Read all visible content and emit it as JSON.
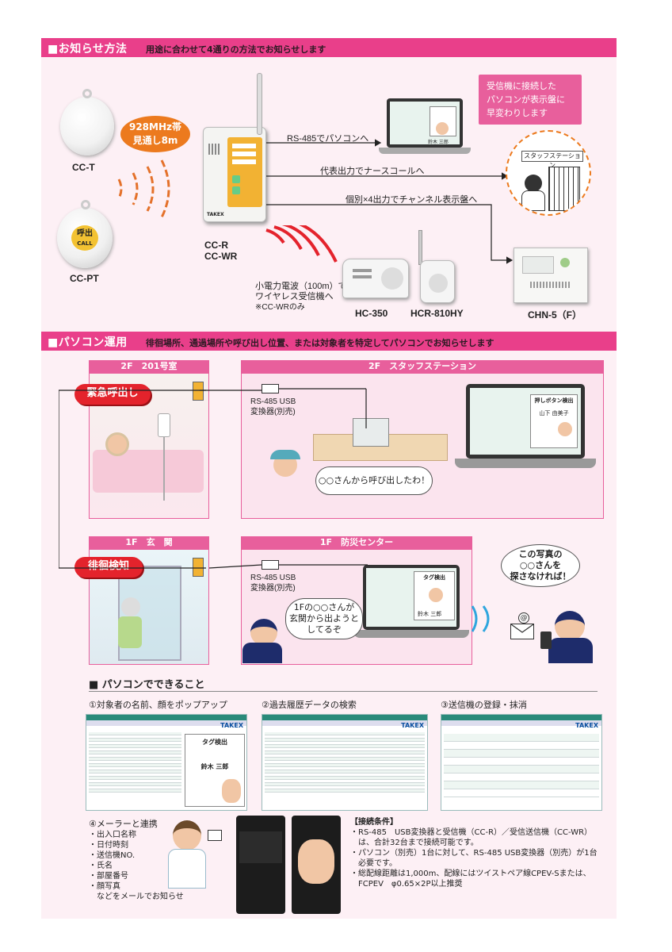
{
  "section1": {
    "title": "■お知らせ方法",
    "subtitle": "用途に合わせて4通りの方法でお知らせします",
    "cc_t_label": "CC-T",
    "cc_pt_label": "CC-PT",
    "cc_pt_button_top": "呼出",
    "cc_pt_button_bottom": "CALL",
    "freq_line1": "928MHz帯",
    "freq_line2": "見通し8m",
    "receiver_label_1": "CC-R",
    "receiver_label_2": "CC-WR",
    "receiver_brand": "TAKEX",
    "route1": "RS-485でパソコンへ",
    "route2": "代表出力でナースコールへ",
    "route3": "個別×4出力でチャンネル表示盤へ",
    "callout_line1": "受信機に接続した",
    "callout_line2": "パソコンが表示盤に",
    "callout_line3": "早変わりします",
    "station_sign": "スタッフステーション",
    "wireless_line1": "小電力電波（100m）で",
    "wireless_line2": "ワイヤレス受信機へ",
    "wireless_note": "※CC-WRのみ",
    "hc350_label": "HC-350",
    "hcr_label": "HCR-810HY",
    "chn5_label": "CHN-5（F）",
    "laptop_popup": "鈴木 三郎"
  },
  "section2": {
    "title": "■パソコン運用",
    "subtitle": "徘徊場所、通過場所や呼び出し位置、または対象者を特定してパソコンでお知らせします",
    "room_201": "2F　201号室",
    "staff_station": "2F　スタッフステーション",
    "entrance": "1F　玄　関",
    "disaster_center": "1F　防災センター",
    "badge_emergency": "緊急呼出し",
    "badge_wander": "徘徊検知",
    "converter_1_line1": "RS-485 USB",
    "converter_1_line2": "変換器(別売)",
    "converter_2_line1": "RS-485 USB",
    "converter_2_line2": "変換器(別売)",
    "nurse_speech": "○○さんから呼び出したわ！",
    "guard_speech_line1": "1Fの○○さんが",
    "guard_speech_line2": "玄関から出ようと",
    "guard_speech_line3": "してるぞ",
    "search_speech_line1": "この写真の",
    "search_speech_line2": "○○さんを",
    "search_speech_line3": "探さなければ！",
    "popup_title_1": "押しボタン検出",
    "popup_name_1": "山下 由美子",
    "popup_title_2": "タグ検出",
    "popup_name_2": "鈴木 三郎"
  },
  "section3": {
    "heading": "■ パソコンでできること",
    "feature1": "①対象者の名前、顔をポップアップ",
    "feature2": "②過去履歴データの検索",
    "feature3": "③送信機の登録・抹消",
    "screen_brand": "TAKEX",
    "screen1_popup_title": "タグ検出",
    "screen1_popup_name": "鈴木 三郎",
    "mailer_title": "④メーラーと連携",
    "mailer_items": [
      "・出入口名称",
      "・日付時刻",
      "・送信機NO.",
      "・氏名",
      "・部屋番号",
      "・顔写真"
    ],
    "mailer_footer": "　などをメールでお知らせ",
    "conditions_title": "【接続条件】",
    "conditions": [
      "・RS-485　USB変換器と受信機（CC-R）／受信送信機（CC-WR）",
      "　は、合計32台まで接続可能です。",
      "・パソコン（別売）1台に対して、RS-485 USB変換器（別売）が1台",
      "　必要です。",
      "・総配線距離は1,000m、配線にはツイストペア線CPEV-Sまたは、",
      "　FCPEV　φ0.65×2P以上推奨"
    ]
  },
  "colors": {
    "band": "#e93f8a",
    "page_bg": "#fdf0f5",
    "badge_red": "#e4232c",
    "accent_orange": "#ec7a1e",
    "receiver_yellow": "#f2b233"
  }
}
